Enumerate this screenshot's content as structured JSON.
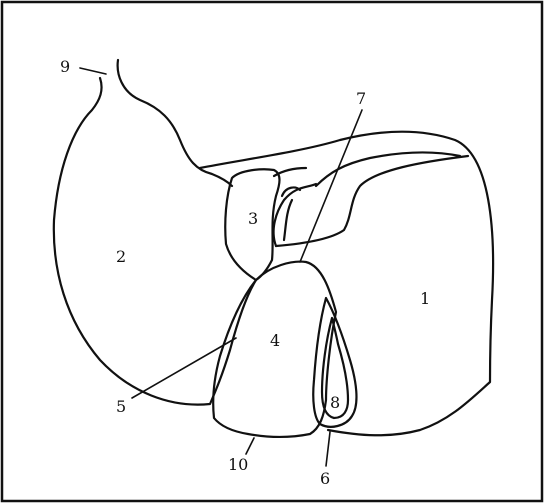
{
  "figure": {
    "labels": {
      "n1": "1",
      "n2": "2",
      "n3": "3",
      "n4": "4",
      "n5": "5",
      "n6": "6",
      "n7": "7",
      "n8": "8",
      "n9": "9",
      "n10": "10"
    }
  }
}
